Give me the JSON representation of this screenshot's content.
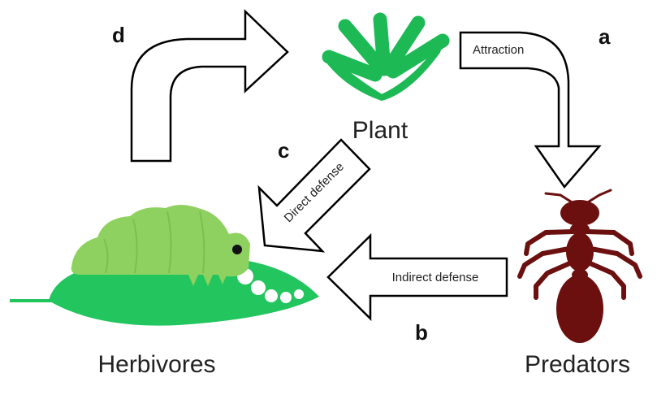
{
  "nodes": {
    "plant": "Plant",
    "herbivores": "Herbivores",
    "predators": "Predators"
  },
  "arrows": {
    "a": {
      "letter": "a",
      "label": "Attraction"
    },
    "b": {
      "letter": "b",
      "label": "Indirect defense"
    },
    "c": {
      "letter": "c",
      "label": "Direct defense"
    },
    "d": {
      "letter": "d",
      "label": ""
    }
  },
  "colors": {
    "plant": "#1db954",
    "leaf": "#22c55e",
    "caterpillar": "#8fd160",
    "ant": "#6b0f0f",
    "outline": "#000000"
  },
  "icons": {
    "plant": "plant-icon",
    "herbivore": "caterpillar-on-leaf-icon",
    "predator": "ant-icon"
  }
}
